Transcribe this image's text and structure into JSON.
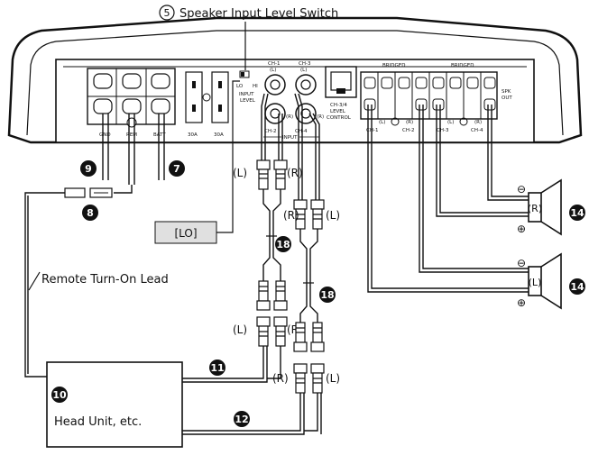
{
  "callouts": {
    "c5": "5",
    "c5_label": "Speaker Input Level Switch",
    "c7": "7",
    "c8": "8",
    "c9": "9",
    "c10": "10",
    "c11": "11",
    "c12": "12",
    "c14a": "14",
    "c14b": "14",
    "c18a": "18",
    "c18b": "18"
  },
  "labels": {
    "remote_lead": "Remote Turn-On Lead",
    "head_unit": "Head Unit, etc.",
    "lo_box": "[LO]"
  },
  "amp": {
    "fuse_1": "30A",
    "fuse_2": "30A",
    "input_level_1": "INPUT",
    "input_level_2": "LEVEL",
    "lo": "LO",
    "hi": "HI",
    "ch1": "CH-1",
    "ch1_l": "(L)",
    "ch2": "CH-2",
    "ch2_r": "(R)",
    "ch3": "CH-3",
    "ch3_l": "(L)",
    "ch4": "CH-4",
    "ch4_r": "(R)",
    "input": "INPUT",
    "level_1": "CH-3/4",
    "level_2": "LEVEL",
    "level_3": "CONTROL",
    "bridged_1": "BRIDGED",
    "bridged_2": "BRIDGED",
    "spk_1": "SPK",
    "spk_2": "OUT",
    "t_l1": "(L)",
    "t_r1": "(R)",
    "t_l2": "(L)",
    "t_r2": "(R)",
    "t_ch1": "CH-1",
    "t_ch2": "CH-2",
    "t_ch3": "CH-3",
    "t_ch4": "CH-4",
    "pwr_1": "GND",
    "pwr_2": "REM",
    "pwr_3": "BATT"
  },
  "rca": {
    "a_l": "(L)",
    "a_r": "(R)",
    "b_r": "(R)",
    "b_l": "(L)",
    "c_l": "(L)",
    "c_r": "(R)",
    "d_r": "(R)",
    "d_l": "(L)"
  },
  "speakers": {
    "right": "(R)",
    "left": "(L)",
    "minus": "⊖",
    "plus": "⊕"
  }
}
